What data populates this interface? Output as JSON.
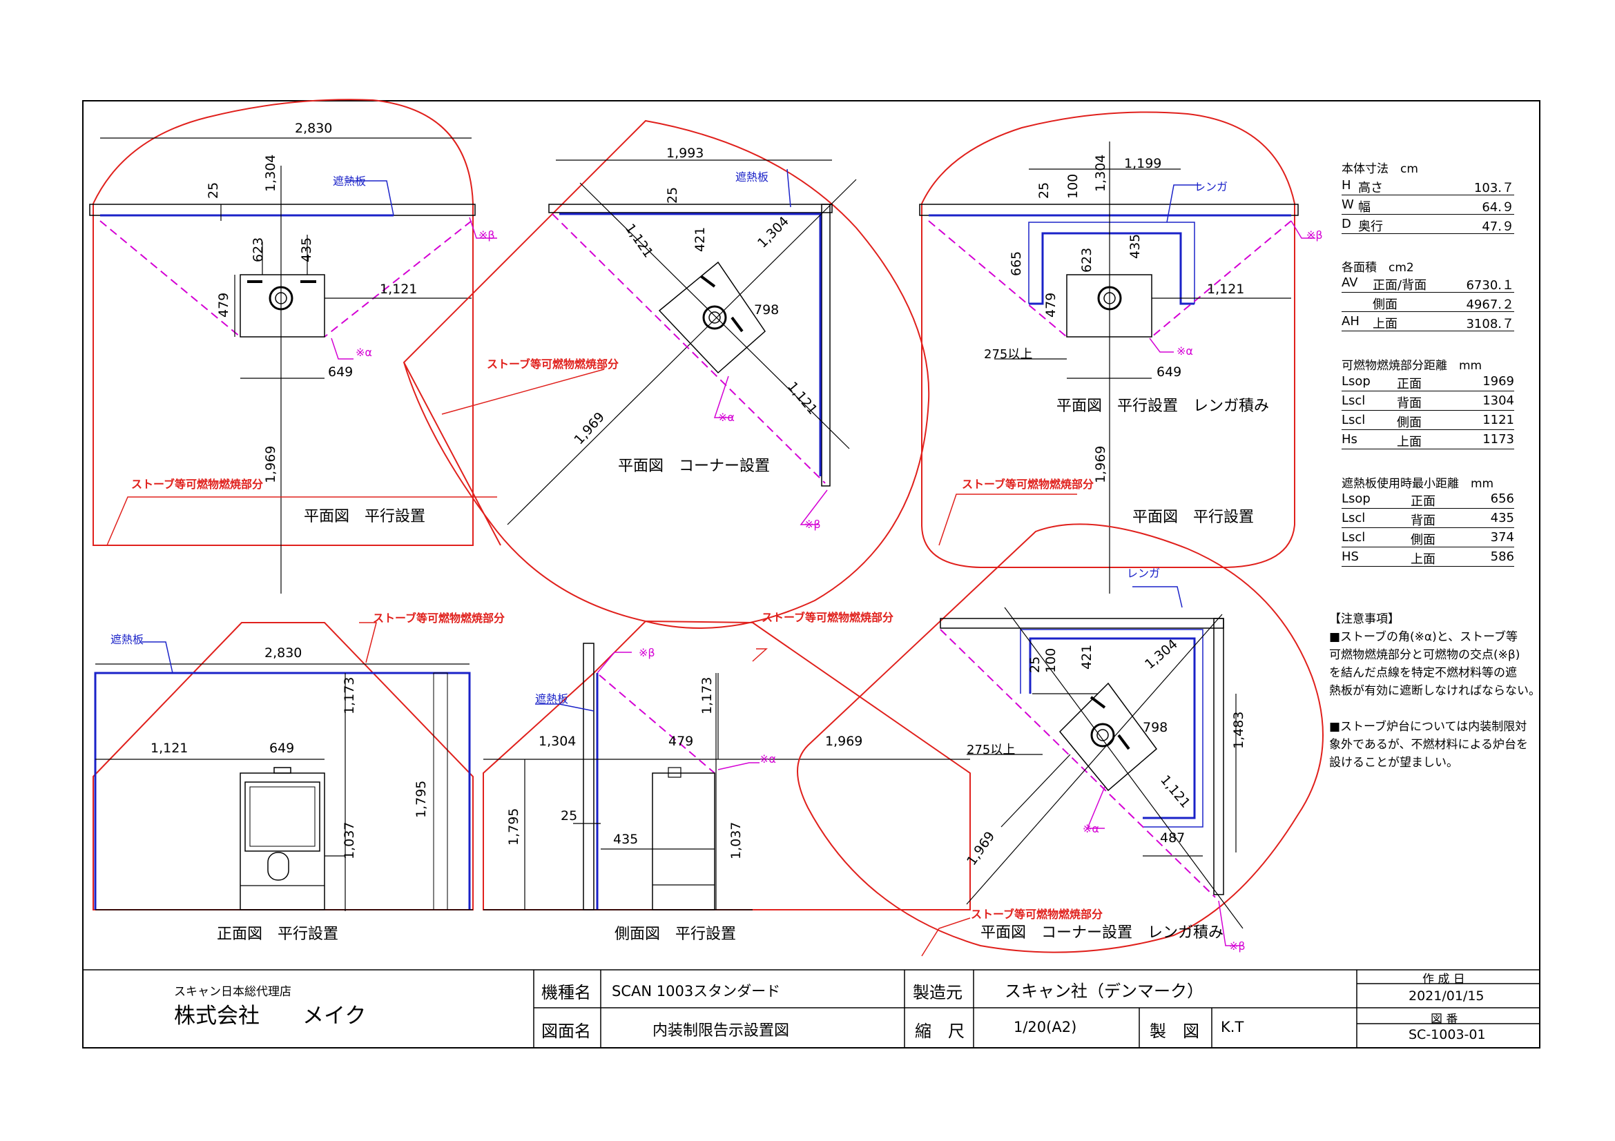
{
  "views": {
    "plan_parallel": {
      "title": "平面図　平行設置",
      "dims": [
        "2,830",
        "1,304",
        "25",
        "623",
        "435",
        "479",
        "649",
        "1,121",
        "1,969"
      ],
      "labels": {
        "shield": "遮熱板",
        "beta": "※β",
        "alpha": "※α",
        "zone": "ストーブ等可燃物燃焼部分"
      }
    },
    "plan_corner": {
      "title": "平面図　コーナー設置",
      "dims": [
        "1,993",
        "25",
        "1,121",
        "421",
        "1,304",
        "798",
        "1,121",
        "1,969"
      ],
      "labels": {
        "shield": "遮熱板",
        "alpha": "※α",
        "beta": "※β",
        "zone": "ストーブ等可燃物燃焼部分"
      }
    },
    "plan_parallel_brick": {
      "title": "平面図　平行設置　レンガ積み",
      "dims": [
        "1,199",
        "1,304",
        "25",
        "100",
        "665",
        "623",
        "435",
        "479",
        "649",
        "1,121",
        "275以上",
        "1,969"
      ],
      "labels": {
        "brick": "レンガ",
        "beta": "※β",
        "alpha": "※α",
        "zone": "ストーブ等可燃物燃焼部分"
      }
    },
    "front_parallel": {
      "title": "正面図　平行設置",
      "dims": [
        "2,830",
        "1,121",
        "649",
        "1,173",
        "1,795",
        "1,037"
      ],
      "labels": {
        "shield": "遮熱板",
        "zone": "ストーブ等可燃物燃焼部分"
      }
    },
    "side_parallel": {
      "title": "側面図　平行設置",
      "dims": [
        "1,304",
        "479",
        "1,969",
        "1,173",
        "1,795",
        "25",
        "435",
        "1,037"
      ],
      "labels": {
        "shield": "遮熱板",
        "beta": "※β",
        "alpha": "※α",
        "zone": "ストーブ等可燃物燃焼部分"
      }
    },
    "plan_corner_brick": {
      "title": "平面図　コーナー設置　レンガ積み",
      "dims": [
        "25",
        "100",
        "421",
        "1,304",
        "798",
        "275以上",
        "1,121",
        "1,483",
        "487",
        "1,969"
      ],
      "labels": {
        "brick": "レンガ",
        "alpha": "※α",
        "beta": "※β",
        "zone": "ストーブ等可燃物燃焼部分"
      }
    }
  },
  "specs": {
    "body_size": {
      "title": "本体寸法　cm",
      "rows": [
        {
          "code": "H",
          "name": "高さ",
          "value": "103.７"
        },
        {
          "code": "W",
          "name": "幅",
          "value": "64.９"
        },
        {
          "code": "D",
          "name": "奥行",
          "value": "47.９"
        }
      ]
    },
    "areas": {
      "title": "各面積　cm2",
      "rows": [
        {
          "code": "AV",
          "name": "正面/背面",
          "value": "6730.１"
        },
        {
          "code": "",
          "name": "側面",
          "value": "4967.２"
        },
        {
          "code": "AH",
          "name": "上面",
          "value": "3108.７"
        }
      ]
    },
    "combustion_distance": {
      "title": "可燃物燃焼部分距離　mm",
      "rows": [
        {
          "code": "Lsop",
          "name": "正面",
          "value": "1969"
        },
        {
          "code": "Lscl",
          "name": "背面",
          "value": "1304"
        },
        {
          "code": "Lscl",
          "name": "側面",
          "value": "1121"
        },
        {
          "code": "Hs",
          "name": "上面",
          "value": "1173"
        }
      ]
    },
    "shield_min_distance": {
      "title": "遮熱板使用時最小距離　mm",
      "rows": [
        {
          "code": "Lsop",
          "name": "正面",
          "value": "656"
        },
        {
          "code": "Lscl",
          "name": "背面",
          "value": "435"
        },
        {
          "code": "Lscl",
          "name": "側面",
          "value": "374"
        },
        {
          "code": "HS",
          "name": "上面",
          "value": "586"
        }
      ]
    }
  },
  "notes": {
    "heading": "【注意事項】",
    "lines": [
      "■ストーブの角(※α)と、ストーブ等",
      "可燃物燃焼部分と可燃物の交点(※β)",
      "を結んだ点線を特定不燃材料等の遮",
      "熱板が有効に遮断しなければならない。",
      "",
      "■ストーブ炉台については内装制限対",
      "象外であるが、不燃材料による炉台を",
      "設けることが望ましい。"
    ]
  },
  "title_block": {
    "agency_small": "スキャン日本総代理店",
    "company": "株式会社　　メイク",
    "model_label": "機種名",
    "model_value": "SCAN 1003スタンダード",
    "drawing_label": "図面名",
    "drawing_value": "内装制限告示設置図",
    "maker_label": "製造元",
    "maker_value": "スキャン社（デンマーク）",
    "scale_label": "縮　尺",
    "scale_value": "1/20(A2)",
    "drawn_label": "製　図",
    "drawn_value": "K.T",
    "date_label": "作 成 日",
    "date_value": "2021/01/15",
    "number_label": "図 番",
    "number_value": "SC-1003-01"
  },
  "colors": {
    "zone": "#e0201c",
    "shield": "#1a22c8",
    "sightline": "#d400d4",
    "line": "#000000"
  }
}
